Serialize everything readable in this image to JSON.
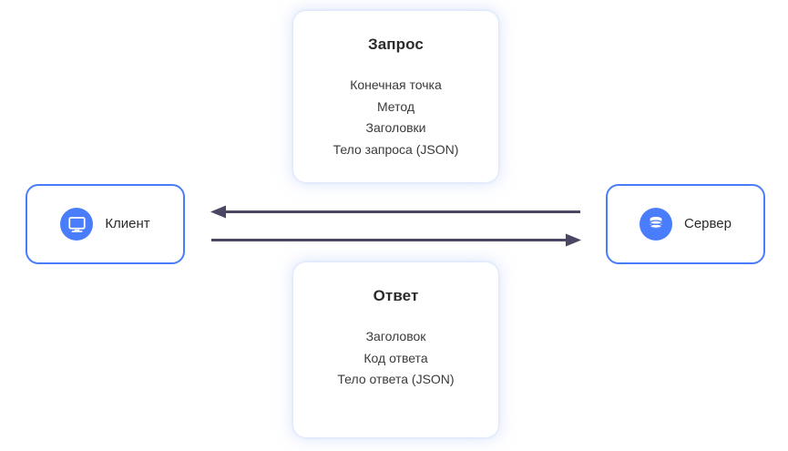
{
  "diagram": {
    "title": "Client-server request/response diagram",
    "colors": {
      "node_border": "#4a7dfb",
      "icon_circle": "#4a7dfb",
      "arrow": "#4b4661",
      "card_glow": "#ced a f8",
      "text": "#2b2b2d",
      "background": "#ffffff"
    },
    "nodes": [
      {
        "id": "client",
        "label": "Клиент",
        "icon": "monitor-icon"
      },
      {
        "id": "server",
        "label": "Сервер",
        "icon": "database-icon"
      }
    ],
    "cards": [
      {
        "id": "request",
        "title": "Запрос",
        "lines": [
          "Конечная точка",
          "Метод",
          "Заголовки",
          "Тело запроса (JSON)"
        ]
      },
      {
        "id": "response",
        "title": "Ответ",
        "lines": [
          "Заголовок",
          "Код ответа",
          "Тело ответа (JSON)"
        ]
      }
    ],
    "arrows": [
      {
        "id": "response-arrow",
        "direction": "left",
        "from": "server",
        "to": "client"
      },
      {
        "id": "request-arrow",
        "direction": "right",
        "from": "client",
        "to": "server"
      }
    ]
  }
}
